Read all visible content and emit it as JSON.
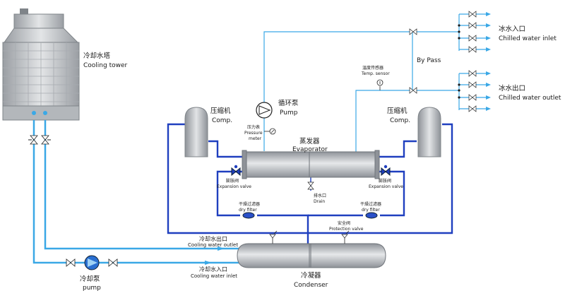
{
  "labels": {
    "cooling_tower_cn": "冷却水塔",
    "cooling_tower_en": "Cooling tower",
    "pump_circ_cn": "循环泵",
    "pump_circ_en": "Pump",
    "pressure_meter_cn": "压力表",
    "pressure_meter_en1": "Pressure",
    "pressure_meter_en2": "meter",
    "comp_left_cn": "压缩机",
    "comp_left_en": "Comp.",
    "comp_right_cn": "压缩机",
    "comp_right_en": "Comp.",
    "evaporator_cn": "蒸发器",
    "evaporator_en": "Evaporator",
    "exp_left_cn": "膨胀阀",
    "exp_left_en": "Expansion valve",
    "exp_right_cn": "膨胀阀",
    "exp_right_en": "Expansion valve",
    "drain_cn": "排水口",
    "drain_en": "Drain",
    "dry_left_cn": "干燥过滤器",
    "dry_left_en": "dry filter",
    "dry_right_cn": "干燥过滤器",
    "dry_right_en": "dry filter",
    "protect_cn": "安全阀",
    "protect_en": "Protection valve",
    "temp_cn": "温度传感器",
    "temp_en": "Temp. sensor",
    "bypass": "By Pass",
    "chilled_in_cn": "冰水入口",
    "chilled_in_en": "Chilled water inlet",
    "chilled_out_cn": "冰水出口",
    "chilled_out_en": "Chilled water outlet",
    "cw_out_cn": "冷却水出口",
    "cw_out_en": "Cooling water outlet",
    "cw_in_cn": "冷却水入口",
    "cw_in_en": "Cooling water inlet",
    "pump_cw_cn": "冷却泵",
    "pump_cw_en": "pump",
    "condenser_cn": "冷凝器",
    "condenser_en": "Condenser"
  },
  "colors": {
    "refrigerant": "#1f3fbf",
    "water": "#3aa8e6",
    "tank": "#b9bcc0",
    "tower": "#c9cbcf"
  }
}
